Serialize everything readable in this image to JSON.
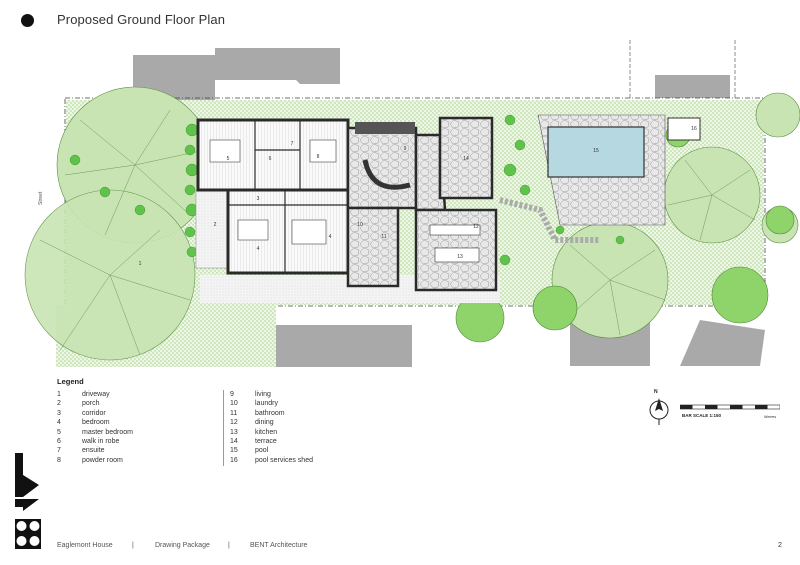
{
  "header": {
    "title": "Proposed Ground Floor Plan"
  },
  "plan": {
    "street_label": "Street",
    "room_numbers": [
      "1",
      "2",
      "3",
      "4",
      "4",
      "5",
      "6",
      "7",
      "8",
      "9",
      "10",
      "11",
      "12",
      "13",
      "14",
      "15",
      "16"
    ]
  },
  "legend": {
    "title": "Legend",
    "items": [
      {
        "num": "1",
        "label": "driveway"
      },
      {
        "num": "2",
        "label": "porch"
      },
      {
        "num": "3",
        "label": "corridor"
      },
      {
        "num": "4",
        "label": "bedroom"
      },
      {
        "num": "5",
        "label": "master bedroom"
      },
      {
        "num": "6",
        "label": "walk in robe"
      },
      {
        "num": "7",
        "label": "ensuite"
      },
      {
        "num": "8",
        "label": "powder room"
      },
      {
        "num": "9",
        "label": "living"
      },
      {
        "num": "10",
        "label": "laundry"
      },
      {
        "num": "11",
        "label": "bathroom"
      },
      {
        "num": "12",
        "label": "dining"
      },
      {
        "num": "13",
        "label": "kitchen"
      },
      {
        "num": "14",
        "label": "terrace"
      },
      {
        "num": "15",
        "label": "pool"
      },
      {
        "num": "16",
        "label": "pool services shed"
      }
    ]
  },
  "north": {
    "label": "N"
  },
  "scale": {
    "text": "BAR SCALE 1:150",
    "unit": "Metres"
  },
  "footer": {
    "project": "Eaglemont House",
    "separator": "|",
    "package": "Drawing Package",
    "firm": "BENT Architecture",
    "page": "2"
  },
  "colors": {
    "tree_green": "#8fd16a",
    "tree_light": "#c9e8b5",
    "grass_hatch": "#b8dfa0",
    "pool": "#b4d8e0",
    "neighbour_grey": "#a8a8a8",
    "wall": "#2a2a2a",
    "stone": "#d9d9d9"
  }
}
